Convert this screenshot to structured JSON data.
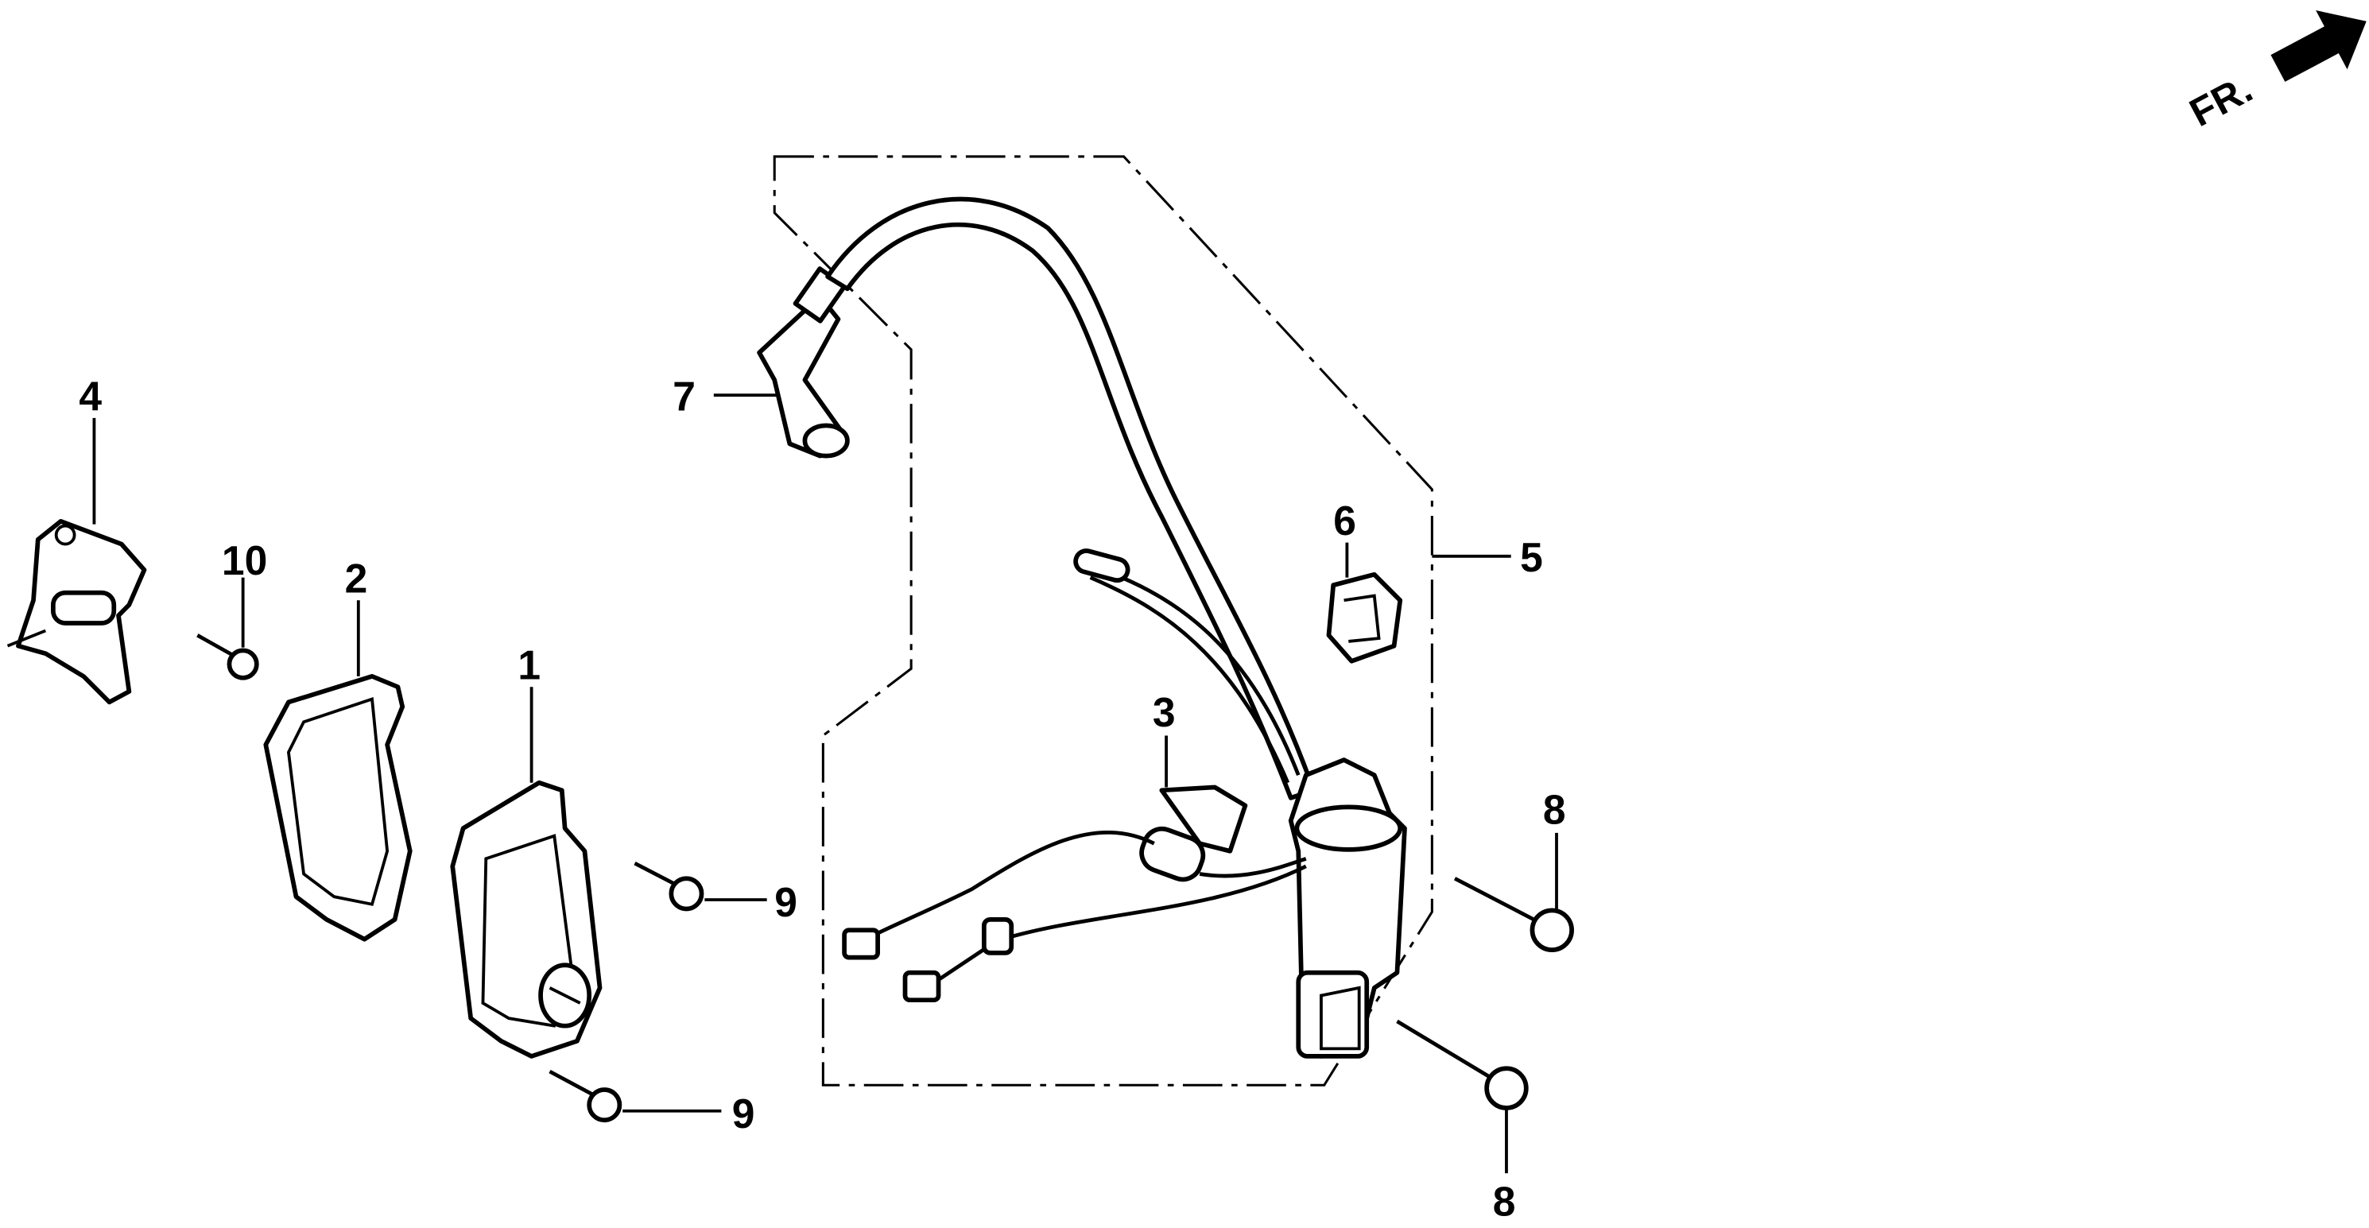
{
  "diagram": {
    "direction_marker": {
      "label": "FR.",
      "icon": "front-direction-arrow-icon"
    },
    "callouts": [
      {
        "id": "c4",
        "number": "4",
        "part": "bracket"
      },
      {
        "id": "c10",
        "number": "10",
        "part": "bolt"
      },
      {
        "id": "c2",
        "number": "2",
        "part": "gasket"
      },
      {
        "id": "c1",
        "number": "1",
        "part": "cover"
      },
      {
        "id": "c7",
        "number": "7",
        "part": "spark-plug-cap"
      },
      {
        "id": "c6",
        "number": "6",
        "part": "grommet"
      },
      {
        "id": "c5",
        "number": "5",
        "part": "ignition-coil-assembly"
      },
      {
        "id": "c3",
        "number": "3",
        "part": "condenser"
      },
      {
        "id": "c8a",
        "number": "8",
        "part": "bolt"
      },
      {
        "id": "c9a",
        "number": "9",
        "part": "screw"
      },
      {
        "id": "c9b",
        "number": "9",
        "part": "screw"
      },
      {
        "id": "c8b",
        "number": "8",
        "part": "bolt"
      }
    ]
  }
}
